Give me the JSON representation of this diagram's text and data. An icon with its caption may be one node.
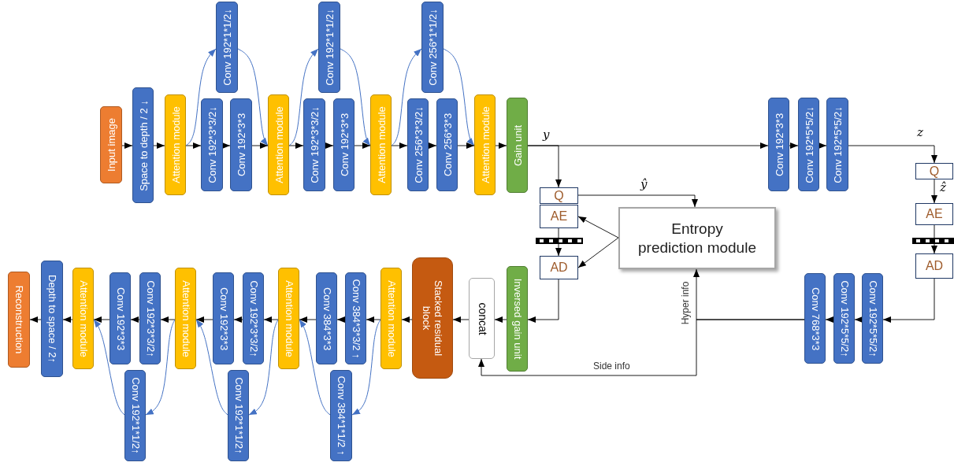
{
  "diagram": {
    "nodes": [
      {
        "text": [
          "Input image"
        ]
      },
      {
        "text": [
          "Space to depth / 2 ↓"
        ]
      },
      {
        "text": [
          "Attention module"
        ]
      },
      {
        "text": [
          "Conv 192*3*3/2↓"
        ]
      },
      {
        "text": [
          "Conv 192*1*1/2↓"
        ]
      },
      {
        "text": [
          "Conv 192*3*3"
        ]
      },
      {
        "text": [
          "Attention module"
        ]
      },
      {
        "text": [
          "Conv 192*3*3/2↓"
        ]
      },
      {
        "text": [
          "Conv 192*1*1/2↓"
        ]
      },
      {
        "text": [
          "Conv 192*3*3"
        ]
      },
      {
        "text": [
          "Attention module"
        ]
      },
      {
        "text": [
          "Conv 256*3*3/2↓"
        ]
      },
      {
        "text": [
          "Conv 256*1*1/2↓"
        ]
      },
      {
        "text": [
          "Conv 256*3*3"
        ]
      },
      {
        "text": [
          "Attention module"
        ]
      },
      {
        "text": [
          "Gain unit"
        ]
      },
      {
        "text": [
          "Conv 192*3*3"
        ]
      },
      {
        "text": [
          "Conv 192*5*5/2↓"
        ]
      },
      {
        "text": [
          "Conv 192*5*5/2↓"
        ]
      },
      {
        "text": [
          "Q"
        ]
      },
      {
        "text": [
          "AE"
        ]
      },
      {
        "text": [
          "AD"
        ]
      },
      {
        "text": [
          "Q"
        ]
      },
      {
        "text": [
          "AE"
        ]
      },
      {
        "text": [
          "AD"
        ]
      },
      {
        "text": [
          "Entropy prediction module"
        ]
      },
      {
        "text": [
          "Conv 192*5*5/2↑"
        ]
      },
      {
        "text": [
          "Conv 192*5*5/2↑"
        ]
      },
      {
        "text": [
          "Conv 768*3*3"
        ]
      },
      {
        "text": [
          "Inversed gain unit"
        ]
      },
      {
        "text": [
          "concat"
        ]
      },
      {
        "text": [
          "Stacked residual block"
        ]
      },
      {
        "text": [
          "Attention module"
        ]
      },
      {
        "text": [
          "Conv 384*3*3/2 ↑"
        ]
      },
      {
        "text": [
          "Conv 384*1*1/2 ↑"
        ]
      },
      {
        "text": [
          "Conv 384*3*3"
        ]
      },
      {
        "text": [
          "Attention module"
        ]
      },
      {
        "text": [
          "Conv 192*3*3/2↑"
        ]
      },
      {
        "text": [
          "Conv 192*1*1/2↑"
        ]
      },
      {
        "text": [
          "Conv 192*3*3"
        ]
      },
      {
        "text": [
          "Attention module"
        ]
      },
      {
        "text": [
          "Conv 192*3*3/2↑"
        ]
      },
      {
        "text": [
          "Conv 192*1*1/2↑"
        ]
      },
      {
        "text": [
          "Conv 192*3*3"
        ]
      },
      {
        "text": [
          "Attention module"
        ]
      },
      {
        "text": [
          "Depth to space / 2↑"
        ]
      },
      {
        "text": [
          "Reconstruction"
        ]
      }
    ],
    "edges": [
      {
        "from": 0,
        "to": 1,
        "arrow": "to"
      },
      {
        "from": 1,
        "to": 2,
        "arrow": "to"
      },
      {
        "from": 2,
        "to": 3,
        "arrow": "to"
      },
      {
        "from": 2,
        "to": 4,
        "arrow": "to",
        "color": "#4472c4"
      },
      {
        "from": 3,
        "to": 5,
        "arrow": "to"
      },
      {
        "from": 4,
        "to": 6,
        "arrow": "to",
        "color": "#4472c4"
      },
      {
        "from": 5,
        "to": 6,
        "arrow": "to"
      },
      {
        "from": 6,
        "to": 7,
        "arrow": "to"
      },
      {
        "from": 6,
        "to": 8,
        "arrow": "to",
        "color": "#4472c4"
      },
      {
        "from": 7,
        "to": 9,
        "arrow": "to"
      },
      {
        "from": 8,
        "to": 10,
        "arrow": "to",
        "color": "#4472c4"
      },
      {
        "from": 9,
        "to": 10,
        "arrow": "to"
      },
      {
        "from": 10,
        "to": 11,
        "arrow": "to"
      },
      {
        "from": 10,
        "to": 12,
        "arrow": "to",
        "color": "#4472c4"
      },
      {
        "from": 11,
        "to": 13,
        "arrow": "to"
      },
      {
        "from": 12,
        "to": 14,
        "arrow": "to",
        "color": "#4472c4"
      },
      {
        "from": 13,
        "to": 14,
        "arrow": "to"
      },
      {
        "from": 14,
        "to": 15,
        "arrow": "to"
      },
      {
        "from": 15,
        "to": 16,
        "arrow": "to",
        "label": "y"
      },
      {
        "from": 15,
        "to": 22,
        "arrow": "to"
      },
      {
        "from": 16,
        "to": 17,
        "arrow": "to"
      },
      {
        "from": 17,
        "to": 18,
        "arrow": "to"
      },
      {
        "from": 18,
        "to": 19,
        "arrow": "to",
        "label": "z"
      },
      {
        "from": 19,
        "to": 20,
        "arrow": "to",
        "label": "ẑ"
      },
      {
        "from": 20,
        "to": 21,
        "arrow": "to"
      },
      {
        "from": 21,
        "to": 26,
        "arrow": "to"
      },
      {
        "from": 26,
        "to": 27,
        "arrow": "to"
      },
      {
        "from": 27,
        "to": 28,
        "arrow": "to"
      },
      {
        "from": 28,
        "to": 25,
        "arrow": "to",
        "label": "Hyper info"
      },
      {
        "from": 28,
        "to": 30,
        "arrow": "to",
        "label": "Side info"
      },
      {
        "from": 22,
        "to": 25,
        "arrow": "to",
        "label": "ŷ"
      },
      {
        "from": 25,
        "to": 23,
        "arrow": "to"
      },
      {
        "from": 25,
        "to": 24,
        "arrow": "to"
      },
      {
        "from": 23,
        "to": 24,
        "arrow": "to"
      },
      {
        "from": 24,
        "to": 29,
        "arrow": "to"
      },
      {
        "from": 29,
        "to": 30,
        "arrow": "to"
      },
      {
        "from": 30,
        "to": 31,
        "arrow": "to"
      },
      {
        "from": 31,
        "to": 32,
        "arrow": "to"
      },
      {
        "from": 32,
        "to": 33,
        "arrow": "to"
      },
      {
        "from": 33,
        "to": 35,
        "arrow": "to"
      },
      {
        "from": 32,
        "to": 34,
        "arrow": "to",
        "color": "#4472c4"
      },
      {
        "from": 35,
        "to": 36,
        "arrow": "to"
      },
      {
        "from": 34,
        "to": 36,
        "arrow": "to",
        "color": "#4472c4"
      },
      {
        "from": 36,
        "to": 37,
        "arrow": "to"
      },
      {
        "from": 37,
        "to": 39,
        "arrow": "to"
      },
      {
        "from": 36,
        "to": 38,
        "arrow": "to",
        "color": "#4472c4"
      },
      {
        "from": 39,
        "to": 40,
        "arrow": "to"
      },
      {
        "from": 38,
        "to": 40,
        "arrow": "to",
        "color": "#4472c4"
      },
      {
        "from": 40,
        "to": 41,
        "arrow": "to"
      },
      {
        "from": 41,
        "to": 43,
        "arrow": "to"
      },
      {
        "from": 40,
        "to": 42,
        "arrow": "to",
        "color": "#4472c4"
      },
      {
        "from": 43,
        "to": 44,
        "arrow": "to"
      },
      {
        "from": 42,
        "to": 44,
        "arrow": "to",
        "color": "#4472c4"
      },
      {
        "from": 44,
        "to": 45,
        "arrow": "to"
      },
      {
        "from": 45,
        "to": 46,
        "arrow": "to"
      }
    ]
  }
}
